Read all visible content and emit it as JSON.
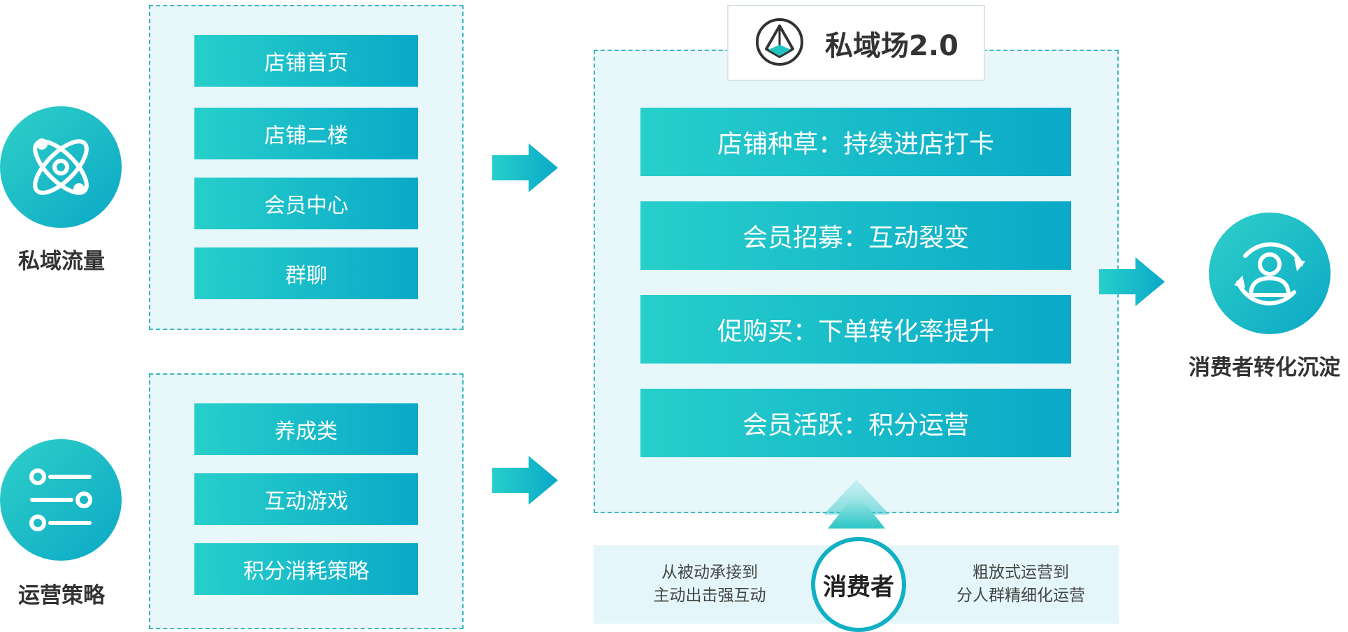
{
  "traffic": {
    "label": "私域流量",
    "items": [
      "店铺首页",
      "店铺二楼",
      "会员中心",
      "群聊"
    ]
  },
  "strategy": {
    "label": "运营策略",
    "items": [
      "养成类",
      "互动游戏",
      "积分消耗策略"
    ]
  },
  "center": {
    "title": "私域场2.0",
    "bars": [
      "店铺种草：持续进店打卡",
      "会员招募：互动裂变",
      "促购买：下单转化率提升",
      "会员活跃：积分运营"
    ]
  },
  "consumer": {
    "label": "消费者",
    "left_lines": [
      "从被动承接到",
      "主动出击强互动"
    ],
    "right_lines": [
      "粗放式运营到",
      "分人群精细化运营"
    ]
  },
  "result": {
    "label": "消费者转化沉淀"
  },
  "colors": {
    "accent_start": "#27cfca",
    "accent_end": "#0aa9c8",
    "box_fill": "#e7f7fa",
    "box_border": "#3fb6c2"
  }
}
